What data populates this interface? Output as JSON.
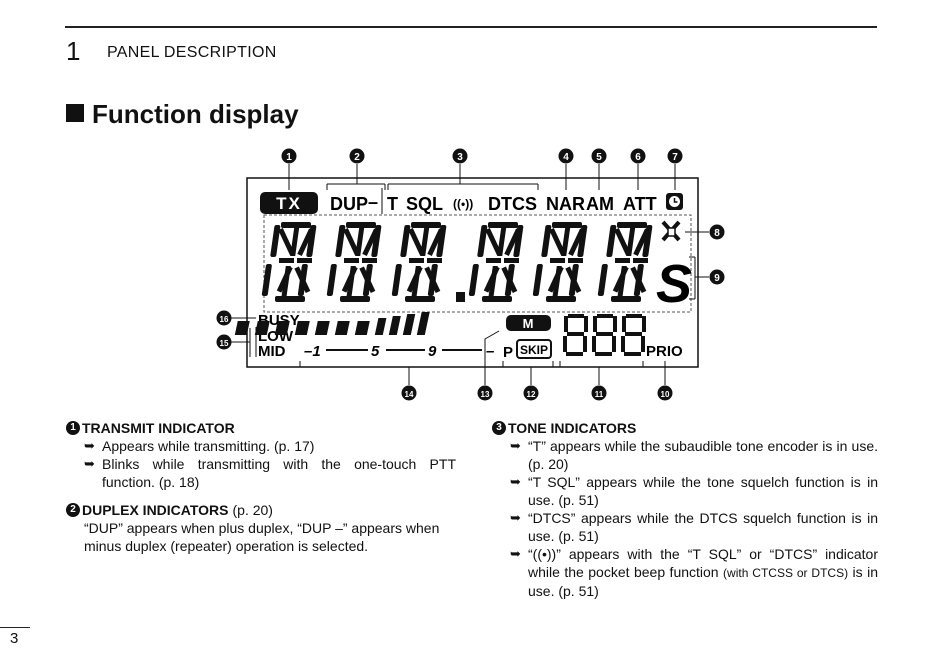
{
  "header": {
    "chapter_number": "1",
    "chapter_title": "PANEL DESCRIPTION"
  },
  "section_title": "Function display",
  "display": {
    "indicators": {
      "tx": "TX",
      "dup": "DUP",
      "dup_minus": "–",
      "t": "T",
      "sql": "SQL",
      "pocket_beep": "((•))",
      "dtcs": "DTCS",
      "nar": "NAR",
      "am": "AM",
      "att": "ATT",
      "busy": "BUSY",
      "low": "LOW",
      "mid": "MID",
      "m": "M",
      "p": "P",
      "skip": "SKIP",
      "prio": "PRIO",
      "s": "S"
    },
    "scale": [
      "–1",
      "5",
      "9",
      "–"
    ],
    "callouts": [
      "1",
      "2",
      "3",
      "4",
      "5",
      "6",
      "7",
      "8",
      "9",
      "10",
      "11",
      "12",
      "13",
      "14",
      "15",
      "16"
    ]
  },
  "left": {
    "transmit": {
      "num": "1",
      "title": "TRANSMIT INDICATOR",
      "items": [
        "Appears while transmitting. (p. 17)",
        "Blinks while transmitting with the one-touch PTT function. (p. 18)"
      ]
    },
    "duplex": {
      "num": "2",
      "title": "DUPLEX INDICATORS",
      "page": "(p. 20)",
      "text": "“DUP” appears when plus duplex, “DUP –” appears when minus duplex (repeater) operation is selected."
    }
  },
  "right": {
    "tone": {
      "num": "3",
      "title": "TONE INDICATORS",
      "item1": "“T” appears while the subaudible tone encoder is in use. (p. 20)",
      "item2": "“T SQL” appears while the tone squelch function is in use. (p. 51)",
      "item3": "“DTCS” appears while the DTCS squelch function is in use. (p. 51)",
      "item4_a": "“((•))” appears with the “T SQL” or “DTCS” indicator while the pocket beep function ",
      "item4_b": "(with CTCSS or DTCS)",
      "item4_c": " is in use. (p. 51)"
    }
  },
  "arrow_glyph": "➥",
  "page_number": "3"
}
